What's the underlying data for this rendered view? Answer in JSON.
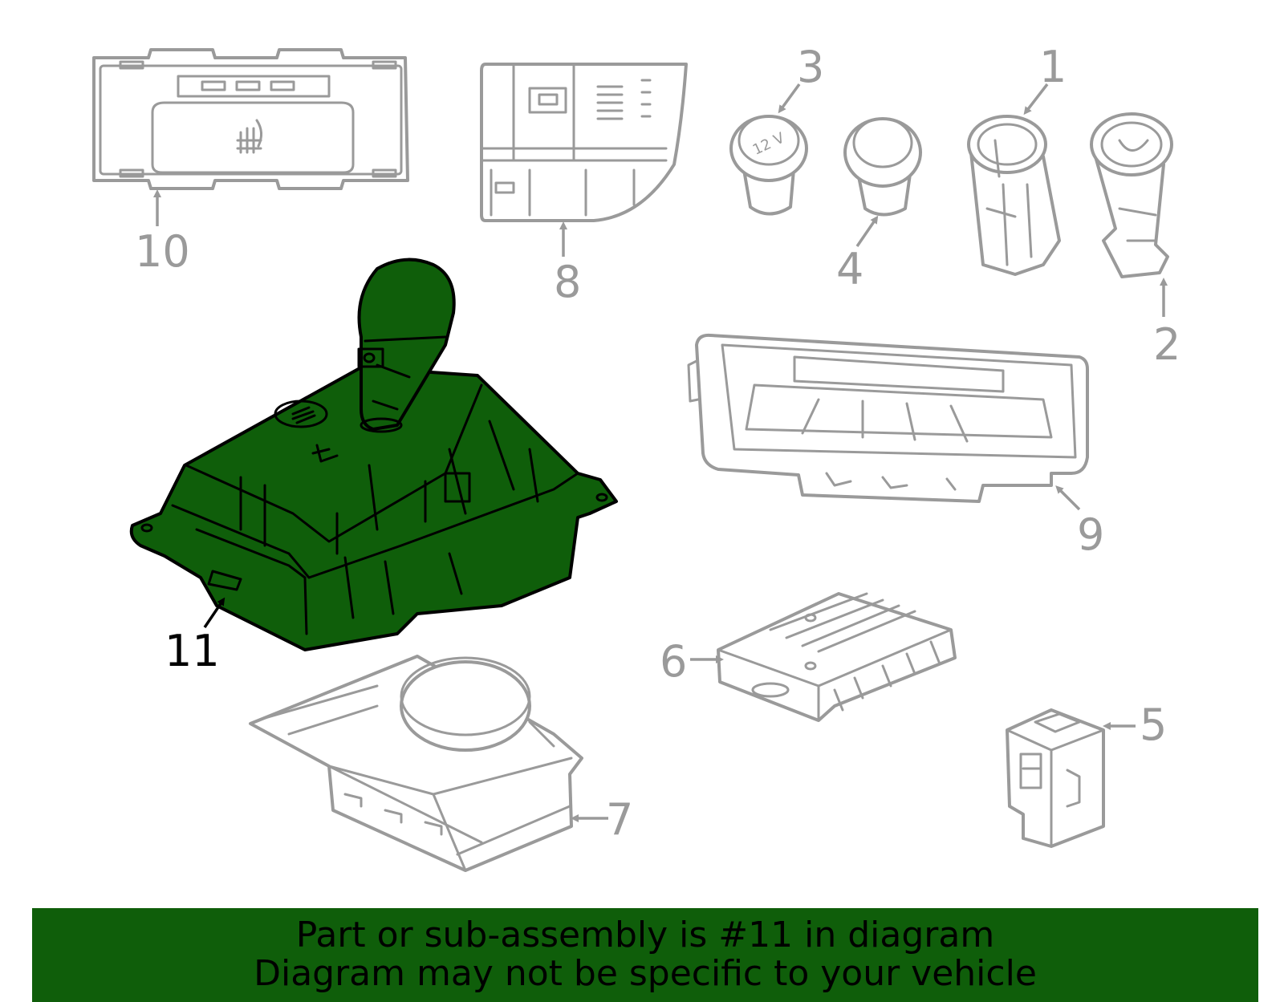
{
  "highlighted_part": "11",
  "callouts": [
    {
      "id": "1",
      "label": "1"
    },
    {
      "id": "2",
      "label": "2"
    },
    {
      "id": "3",
      "label": "3"
    },
    {
      "id": "4",
      "label": "4"
    },
    {
      "id": "5",
      "label": "5"
    },
    {
      "id": "6",
      "label": "6"
    },
    {
      "id": "7",
      "label": "7"
    },
    {
      "id": "8",
      "label": "8"
    },
    {
      "id": "9",
      "label": "9"
    },
    {
      "id": "10",
      "label": "10"
    },
    {
      "id": "11",
      "label": "11"
    }
  ],
  "socket_label": "12 V",
  "banner": {
    "line1": "Part or sub-assembly is #11 in diagram",
    "line2": "Diagram may not be specific to your vehicle"
  },
  "colors": {
    "highlight": "#0f5e0a",
    "outline": "#9a9a9a",
    "highlight_outline": "#000000"
  }
}
